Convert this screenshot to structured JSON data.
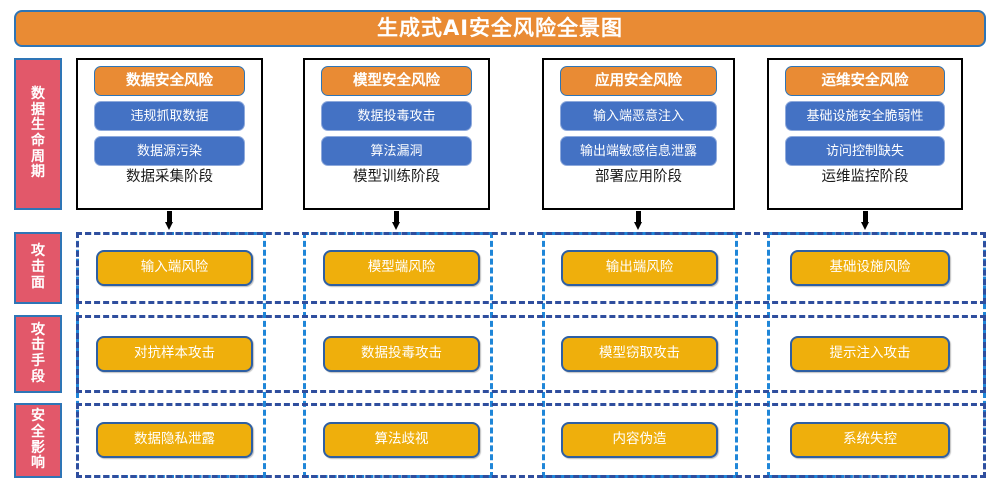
{
  "header": {
    "title": "生成式AI安全风险全景图"
  },
  "bands": [
    {
      "name": "data-lifecycle",
      "label": "数据生命周期"
    },
    {
      "name": "attack-surface",
      "label": "攻击面"
    },
    {
      "name": "attack-method",
      "label": "攻击手段"
    },
    {
      "name": "security-impact",
      "label": "安全影响"
    }
  ],
  "colors": {
    "title_bg": "#E98B34",
    "title_border": "#2E75B6",
    "band_bg": "#E2586A",
    "head_chip": "#E98B34",
    "item_chip": "#4472C4",
    "gold_chip": "#EFAF0C",
    "column_dash": "#1F86D8",
    "row_dash": "#2F4E9E",
    "card_border": "#000000"
  },
  "lifecycle": {
    "columns": [
      {
        "name": "data-collection",
        "head": "数据安全风险",
        "items": [
          "违规抓取数据",
          "数据源污染"
        ],
        "caption": "数据采集阶段"
      },
      {
        "name": "model-training",
        "head": "模型安全风险",
        "items": [
          "数据投毒攻击",
          "算法漏洞"
        ],
        "caption": "模型训练阶段"
      },
      {
        "name": "deployment",
        "head": "应用安全风险",
        "items": [
          "输入端恶意注入",
          "输出端敏感信息泄露"
        ],
        "caption": "部署应用阶段"
      },
      {
        "name": "operations",
        "head": "运维安全风险",
        "items": [
          "基础设施安全脆弱性",
          "访问控制缺失"
        ],
        "caption": "运维监控阶段"
      }
    ]
  },
  "attack_surface": {
    "items": [
      "输入端风险",
      "模型端风险",
      "输出端风险",
      "基础设施风险"
    ]
  },
  "attack_method": {
    "items": [
      "对抗样本攻击",
      "数据投毒攻击",
      "模型窃取攻击",
      "提示注入攻击"
    ]
  },
  "security_impact": {
    "items": [
      "数据隐私泄露",
      "算法歧视",
      "内容伪造",
      "系统失控"
    ]
  }
}
